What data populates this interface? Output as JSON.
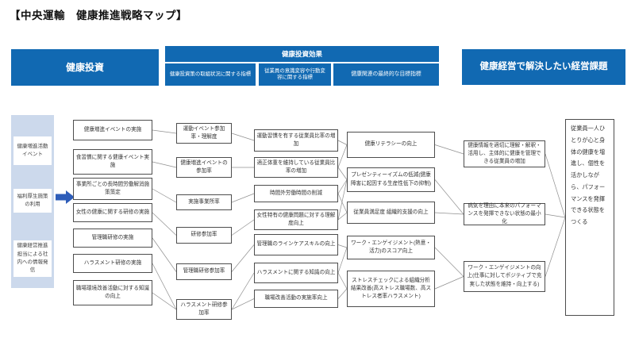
{
  "title": "【中央運輸　健康推進戦略マップ】",
  "header": {
    "investment": "健康投資",
    "effect_band": "健康投資効果",
    "sub_headers": [
      "健康投資策の取組状況に関する指標",
      "従業員の意識変容や行動変容に関する指標",
      "健康関連の最終的な目標指標"
    ],
    "management_issue": "健康経営で解決したい経営課題"
  },
  "left_column": {
    "items": [
      "健康増進活動イベント",
      "福利厚生施策の利用",
      "健康経営推進担当による社内への情報発信"
    ]
  },
  "investment_actions": [
    "健康増進イベントの実施",
    "食習慣に関する健康イベント実施",
    "事業所ごとの長時間労働解消施策策定",
    "女性の健康に関する研修の実施",
    "管理職研修の実施",
    "ハラスメント研修の実施",
    "職場環境改善活動に対する知識の向上"
  ],
  "status_metrics": [
    "運動イベント参加率・理解度",
    "健康増進イベントの参加率",
    "実施事業所率",
    "研修参加率",
    "管理職研修参加率",
    "ハラスメント研修参加率"
  ],
  "behavior_metrics": [
    "運動習慣を有する従業員比率の増加",
    "適正体重を維持している従業員比率の増加",
    "時間外労働時間の削減",
    "女性特有の健康問題に対する理解度向上",
    "管理職のラインケアスキルの向上",
    "ハラスメントに関する知識の向上",
    "職場改善活動の実施率向上"
  ],
  "final_metrics": [
    "健康リテラシーの向上",
    "プレゼンティーイズムの低減(健康障害に起因する生産性低下の抑制)",
    "従業員満足度 組織的支援の向上",
    "ワーク・エンゲイジメント(熱意・活力)のスコア向上",
    "ストレスチェックによる組織分析結果改善(高ストレス職場数、高ストレス者率ハラスメント)"
  ],
  "outcomes": [
    "健康情報を適切に理解・解釈・活用し、主体的に健康を管理できる従業員の増加",
    "病気を理由に本来のパフォーマンスを発揮できない状態の最小化",
    "ワーク・エンゲイジメントの向上(仕事に対してポジティブで充実した状態を維持・向上する)"
  ],
  "goal": "従業員一人ひとりが心と身体の健康を増進し、個性を活かしながら、パフォーマンスを発揮できる状態をつくる",
  "edges": [
    [
      "A1",
      "B1"
    ],
    [
      "A2",
      "B2"
    ],
    [
      "A3",
      "B3"
    ],
    [
      "A4",
      "B4"
    ],
    [
      "A5",
      "B5"
    ],
    [
      "A6",
      "B6"
    ],
    [
      "A7",
      "B6"
    ],
    [
      "B1",
      "C1"
    ],
    [
      "B2",
      "C2"
    ],
    [
      "B3",
      "C3"
    ],
    [
      "B4",
      "C4"
    ],
    [
      "B5",
      "C5"
    ],
    [
      "B6",
      "C6"
    ],
    [
      "B6",
      "C7"
    ],
    [
      "C1",
      "D1"
    ],
    [
      "C2",
      "D1"
    ],
    [
      "C2",
      "D2"
    ],
    [
      "C3",
      "D2"
    ],
    [
      "C4",
      "D2"
    ],
    [
      "C3",
      "D3"
    ],
    [
      "C4",
      "D3"
    ],
    [
      "C5",
      "D4"
    ],
    [
      "C6",
      "D4"
    ],
    [
      "C6",
      "D5"
    ],
    [
      "C7",
      "D5"
    ],
    [
      "D1",
      "E1"
    ],
    [
      "D2",
      "E2"
    ],
    [
      "D3",
      "E2"
    ],
    [
      "D4",
      "E3"
    ],
    [
      "D5",
      "E3"
    ],
    [
      "E1",
      "F"
    ],
    [
      "E2",
      "F"
    ],
    [
      "E3",
      "F"
    ]
  ],
  "colors": {
    "header_blue": "#1169b2",
    "light_column": "#ccd9ec",
    "arrow_blue": "#2e5db9",
    "line_gray": "#909090",
    "box_border": "#4d4d4d"
  }
}
